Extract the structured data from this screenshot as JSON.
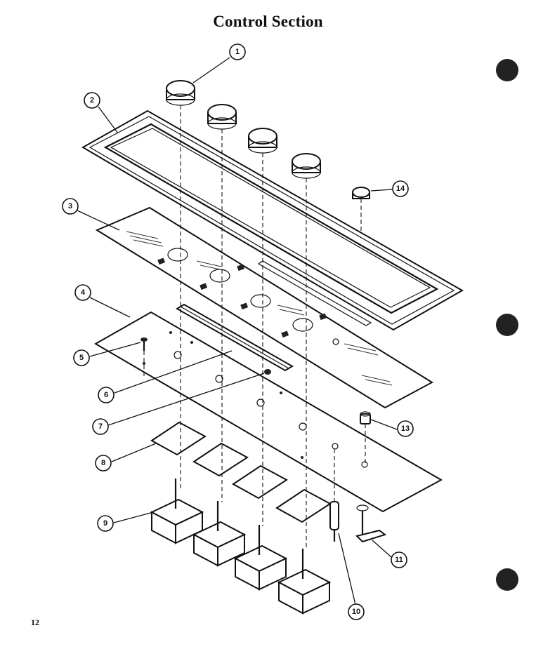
{
  "title": "Control Section",
  "page_number": "12",
  "callouts": [
    "1",
    "2",
    "3",
    "4",
    "5",
    "6",
    "7",
    "8",
    "9",
    "10",
    "11",
    "13",
    "14"
  ]
}
